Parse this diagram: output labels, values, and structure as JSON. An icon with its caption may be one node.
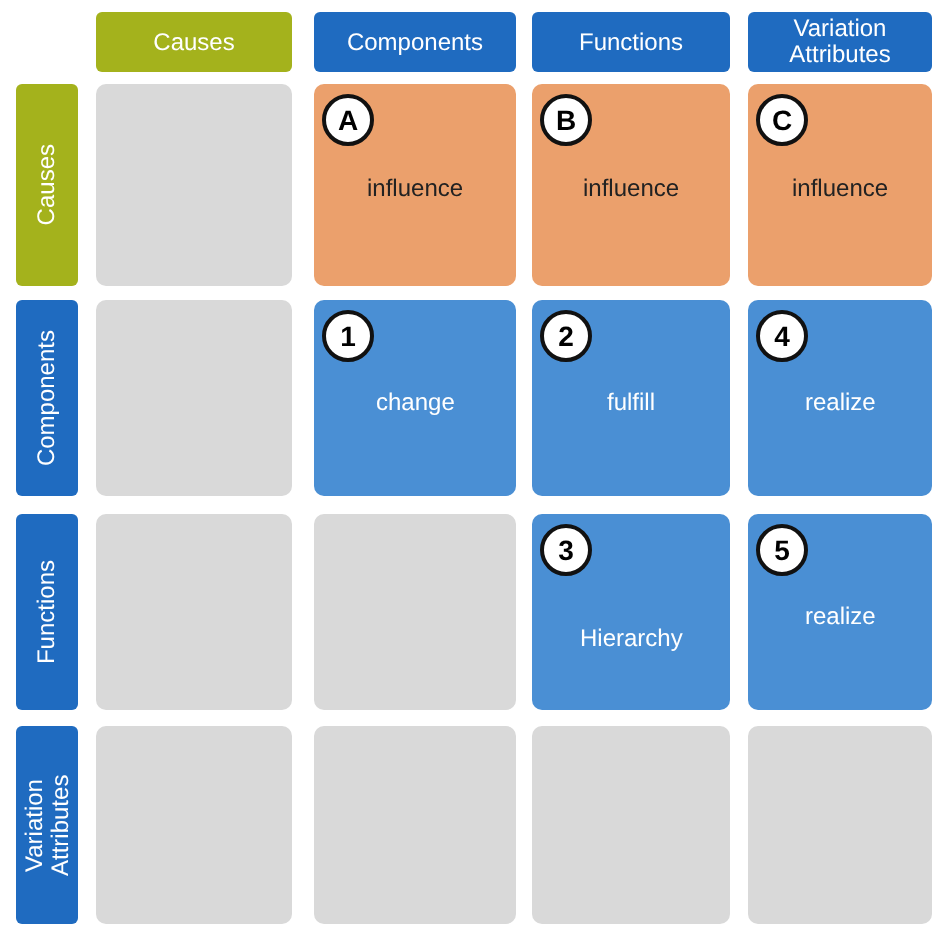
{
  "diagram": {
    "labels": [
      "Causes",
      "Components",
      "Functions",
      "Variation Attributes",
      "Causes",
      "A",
      "influence",
      "B",
      "influence",
      "C",
      "influence",
      "Components",
      "1",
      "change",
      "2",
      "fulfill",
      "4",
      "realize",
      "Functions",
      "3",
      "Hierarchy",
      "5",
      "realize",
      "Variation Attributes"
    ]
  }
}
